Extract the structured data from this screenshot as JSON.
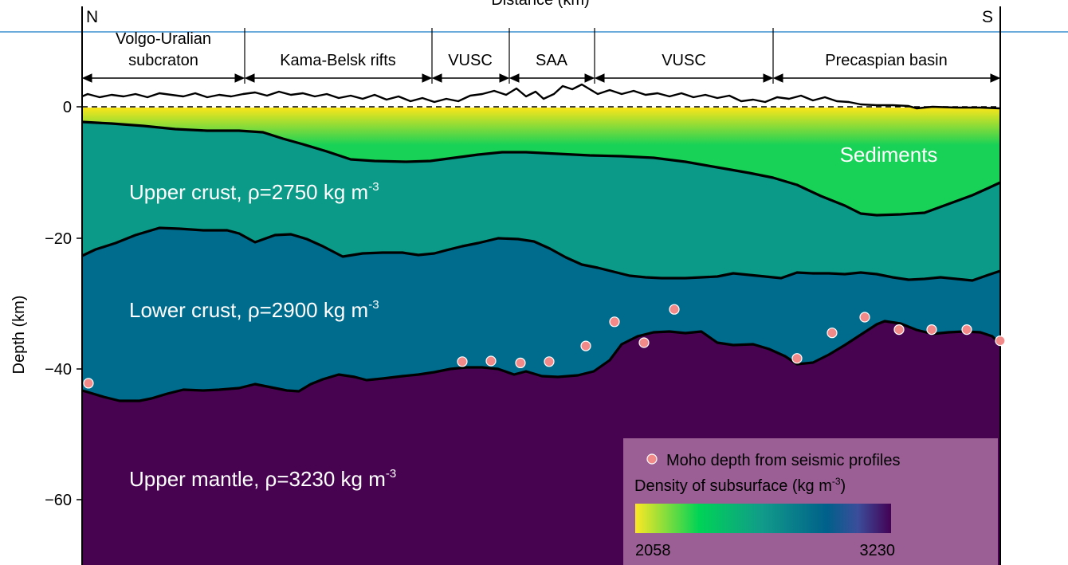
{
  "axes": {
    "x_label": "Distance (km)",
    "y_label": "Depth (km)",
    "y_ticks": [
      {
        "value": 0,
        "label": "0"
      },
      {
        "value": -20,
        "label": "−20"
      },
      {
        "value": -40,
        "label": "−40"
      },
      {
        "value": -60,
        "label": "−60"
      }
    ],
    "end_labels": {
      "left": "N",
      "right": "S"
    }
  },
  "regions": [
    {
      "label": "Volgo-Uralian\nsubcraton"
    },
    {
      "label": "Kama-Belsk rifts"
    },
    {
      "label": "VUSC"
    },
    {
      "label": "SAA"
    },
    {
      "label": "VUSC"
    },
    {
      "label": "Precaspian basin"
    }
  ],
  "layers": {
    "sediments": "Sediments",
    "upper_crust": {
      "text": "Upper crust, ρ=2750 kg m",
      "sup": "-3"
    },
    "lower_crust": {
      "text": "Lower crust, ρ=2900 kg m",
      "sup": "-3"
    },
    "upper_mantle": {
      "text": "Upper mantle, ρ=3230 kg m",
      "sup": "-3"
    }
  },
  "legend": {
    "marker_label": "Moho depth from seismic profiles",
    "colorbar_title": "Density of subsurface (kg m",
    "colorbar_title_sup": "-3",
    "colorbar_title_end": ")",
    "colorbar_min": "2058",
    "colorbar_max": "3230",
    "colorbar_colors": [
      "#fde725",
      "#00d356",
      "#119a8a",
      "#00608a",
      "#3b4d9b",
      "#440154"
    ]
  },
  "colors": {
    "sediments_top": "#fbe51a",
    "sediments_bottom": "#17d257",
    "upper_crust": "#0b9a87",
    "lower_crust": "#006c8d",
    "upper_mantle": "#470350",
    "moho_marker": "#f28a8a",
    "legend_box": "#9b5f96",
    "accent_line": "#3a8fd0"
  },
  "chart_data": {
    "type": "cross-section",
    "ylabel": "Depth (km)",
    "xlabel": "Distance (km)",
    "ylim": [
      -70,
      15
    ],
    "moho_from_seismic_km": [
      -42.3,
      -39,
      -38.9,
      -39.2,
      -39,
      -36.6,
      -32.9,
      -36.1,
      -31,
      -38.5,
      -34.6,
      -32.2,
      -34.1,
      -34.1,
      -34.1,
      -35.8
    ]
  }
}
